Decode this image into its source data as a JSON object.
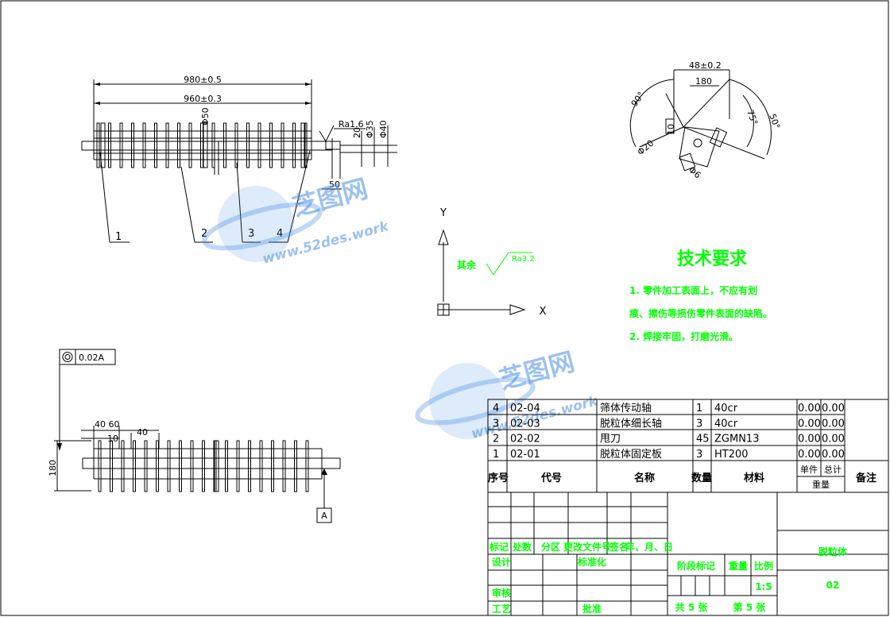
{
  "front_view": {
    "dim_overall": "980±0.5",
    "dim_inner": "960±0.3",
    "dim_d50": "Φ50",
    "dim_roughness": "Ra1.6",
    "dim_20": "20",
    "dim_d35": "Φ35",
    "dim_d40": "Φ40",
    "dim_50": "50",
    "balloons": [
      "1",
      "2",
      "3",
      "4"
    ]
  },
  "side_view": {
    "dim_48": "48±0.2",
    "dim_180": "180",
    "dim_90": "90°",
    "dim_75": "75°",
    "dim_50": "50°",
    "dim_10": "10",
    "dim_d20": "Φ20",
    "dim_d6": "Φ6"
  },
  "ucs": {
    "y_label": "Y",
    "x_label": "X"
  },
  "surface_note": {
    "label": "其余",
    "value": "Ra3.2"
  },
  "tech_req": {
    "title": "技术要求",
    "lines": [
      "1. 零件加工表面上，不应有划",
      "痕、擦伤等损伤零件表面的缺陷。",
      "2. 焊接牢固，打磨光滑。"
    ]
  },
  "bottom_view": {
    "tolerance": "0.02A",
    "datum": "A",
    "dim_180": "180",
    "dim_40_60": "40 60",
    "dim_40": "40",
    "dim_10": "10"
  },
  "watermark": {
    "brand": "芝图网",
    "url": "www.52des.work"
  },
  "bom": {
    "rows": [
      {
        "no": "4",
        "code": "02-04",
        "name": "筛体传动轴",
        "qty": "1",
        "mat": "40cr",
        "unit": "0.00",
        "total": "0.00"
      },
      {
        "no": "3",
        "code": "02-03",
        "name": "脱粒体细长轴",
        "qty": "3",
        "mat": "40cr",
        "unit": "0.00",
        "total": "0.00"
      },
      {
        "no": "2",
        "code": "02-02",
        "name": "甩刀",
        "qty": "45",
        "mat": "ZGMN13",
        "unit": "0.00",
        "total": "0.00"
      },
      {
        "no": "1",
        "code": "02-01",
        "name": "脱粒体固定板",
        "qty": "3",
        "mat": "HT200",
        "unit": "0.00",
        "total": "0.00"
      }
    ],
    "headers": {
      "no": "序号",
      "code": "代号",
      "name": "名称",
      "qty": "数量",
      "mat": "材料",
      "unit": "单件",
      "total": "总计",
      "weight": "重量",
      "remark": "备注"
    }
  },
  "title_block": {
    "labels": {
      "mark": "标记",
      "count": "处数",
      "zone": "分区",
      "change_doc": "更改文件号",
      "sign": "签名",
      "date": "年、月、日",
      "design": "设计",
      "standard": "标准化",
      "check": "审核",
      "process": "工艺",
      "approve": "批准",
      "stage_mark": "阶段标记",
      "weight": "重量",
      "scale": "比例",
      "total_sheets": "共 5 张",
      "sheet_no": "第 5 张"
    },
    "scale_value": "1:5",
    "drawing_name": "脱粒体",
    "drawing_code": "02"
  }
}
